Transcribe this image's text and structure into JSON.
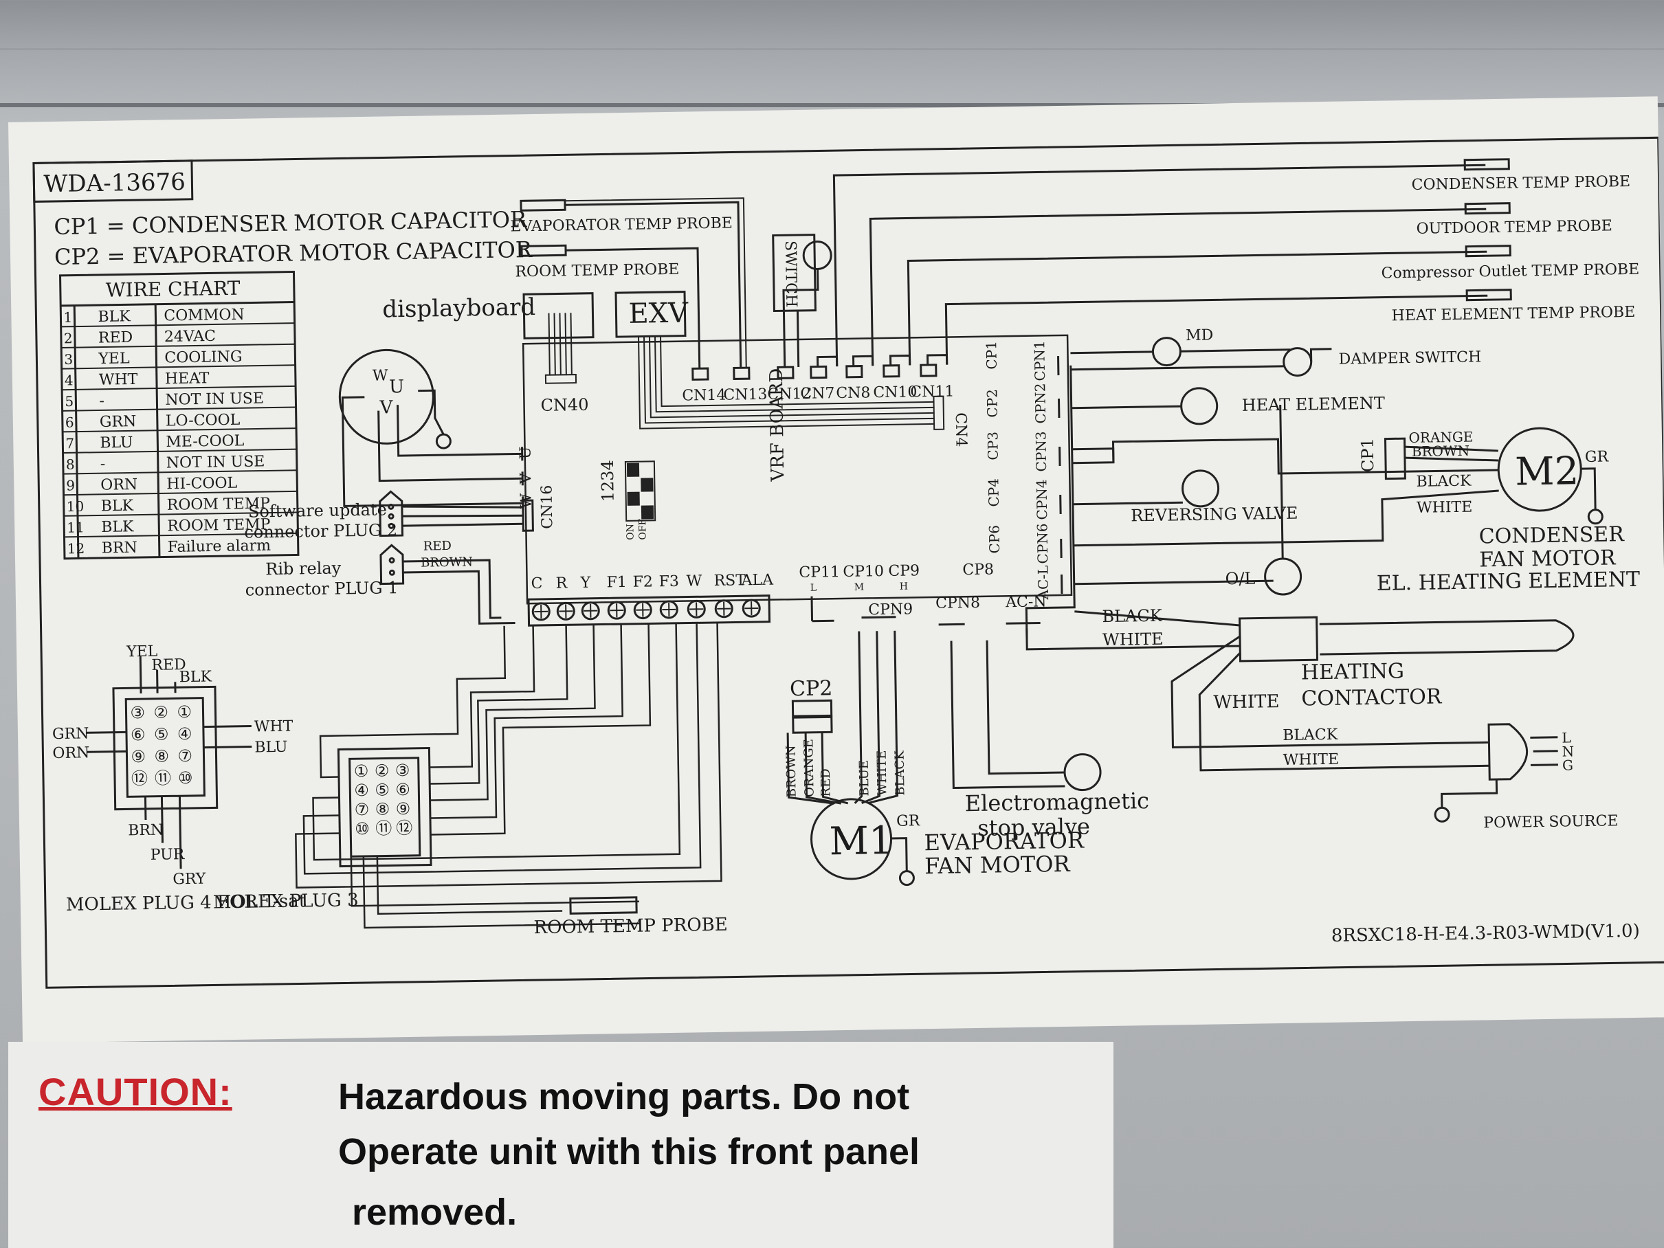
{
  "diagram": {
    "part_number": "WDA-13676",
    "legend": [
      "CP1 = CONDENSER MOTOR CAPACITOR",
      "CP2 = EVAPORATOR MOTOR CAPACITOR"
    ],
    "wire_chart": {
      "title": "WIRE CHART",
      "rows": [
        [
          "1",
          "BLK",
          "COMMON"
        ],
        [
          "2",
          "RED",
          "24VAC"
        ],
        [
          "3",
          "YEL",
          "COOLING"
        ],
        [
          "4",
          "WHT",
          "HEAT"
        ],
        [
          "5",
          "-",
          "NOT IN USE"
        ],
        [
          "6",
          "GRN",
          "LO-COOL"
        ],
        [
          "7",
          "BLU",
          "ME-COOL"
        ],
        [
          "8",
          "-",
          "NOT IN USE"
        ],
        [
          "9",
          "ORN",
          "HI-COOL"
        ],
        [
          "10",
          "BLK",
          "ROOM TEMP"
        ],
        [
          "11",
          "BLK",
          "ROOM TEMP"
        ],
        [
          "12",
          "BRN",
          "Failure alarm"
        ]
      ]
    },
    "probes": {
      "evaporator": "EVAPORATOR TEMP PROBE",
      "room": "ROOM TEMP PROBE",
      "condenser": "CONDENSER TEMP PROBE",
      "outdoor": "OUTDOOR TEMP PROBE",
      "compressor_outlet": "Compressor Outlet TEMP PROBE",
      "heat_element": "HEAT ELEMENT TEMP PROBE"
    },
    "switch_label": "SWITCH",
    "displayboard": "displayboard",
    "exv": "EXV",
    "cn40": "CN40",
    "connectors_top": [
      "CN14",
      "CN13",
      "CN12",
      "CN7",
      "CN8",
      "CN10",
      "CN11"
    ],
    "cn4": "CN4",
    "board_name": "VRF BOARD",
    "dip": {
      "numbers": "1234",
      "on": "ON",
      "off": "OFF"
    },
    "cn16": "CN16",
    "uvw": [
      "U",
      "V",
      "W"
    ],
    "motor_uvw": [
      "U",
      "V",
      "W"
    ],
    "software_update": [
      "Software update",
      "connector PLUG 2"
    ],
    "rib_relay": [
      "Rib relay",
      "connector PLUG 1"
    ],
    "rib_wires": [
      "RED",
      "BROWN"
    ],
    "terminals": [
      "C",
      "R",
      "Y",
      "F1",
      "F2",
      "F3",
      "W",
      "RST",
      "ALA"
    ],
    "cp_left": [
      "CP1",
      "CP2",
      "CP3",
      "CP4",
      "CP6"
    ],
    "cpn_right": [
      "CPN1",
      "CPN2",
      "CPN3",
      "CPN4",
      "CPN6",
      "AC-L"
    ],
    "md": "MD",
    "damper_switch": "DAMPER SWITCH",
    "heat_element": "HEAT ELEMENT",
    "reversing_valve": "REVERSING VALVE",
    "cp1_label": "CP1",
    "m2_wires": [
      "ORANGE",
      "BROWN",
      "BLACK",
      "WHITE"
    ],
    "m2": "M2",
    "gr": "GR",
    "m2_caption": [
      "CONDENSER",
      "FAN MOTOR"
    ],
    "ol": "O/L",
    "el_heating": "EL. HEATING ELEMENT",
    "heating_contactor": [
      "HEATING",
      "CONTACTOR"
    ],
    "black": "BLACK",
    "white": "WHITE",
    "bottom_cps": [
      "CP11",
      "CP10",
      "CP9",
      "CP8"
    ],
    "bottom_cps_sub": [
      "L",
      "M",
      "H"
    ],
    "cpn9": "CPN9",
    "cpn8": "CPN8",
    "acn": "AC-N",
    "cp2": "CP2",
    "m1_wires": [
      "BROWN",
      "ORANGE",
      "RED",
      "BLUE",
      "WHITE",
      "BLACK"
    ],
    "m1": "M1",
    "m1_caption": [
      "EVAPORATOR",
      "FAN MOTOR"
    ],
    "stop_valve": [
      "Electromagnetic",
      "stop valve"
    ],
    "power_source": "POWER SOURCE",
    "lng": [
      "L",
      "N",
      "G"
    ],
    "plug4_wires_top": [
      "YEL",
      "RED",
      "BLK"
    ],
    "plug4_wires_left": [
      "GRN",
      "ORN"
    ],
    "plug4_wires_right": [
      "WHT",
      "BLU"
    ],
    "plug4_wires_bottom": [
      "BRN",
      "PUR",
      "GRY"
    ],
    "plug4_caption": "MOLEX PLUG 4 FOR T-sat",
    "plug3_caption": "MOLEX PLUG 3",
    "room_temp_probe_bottom": "ROOM TEMP PROBE",
    "version": "8RSXC18-H-E4.3-R03-WMD(V1.0)",
    "plug4_pins": [
      "③",
      "②",
      "①",
      "⑥",
      "⑤",
      "④",
      "⑨",
      "⑧",
      "⑦",
      "⑫",
      "⑪",
      "⑩"
    ],
    "plug3_pins": [
      "①",
      "②",
      "③",
      "④",
      "⑤",
      "⑥",
      "⑦",
      "⑧",
      "⑨",
      "⑩",
      "⑪",
      "⑫"
    ]
  },
  "caution": {
    "label": "CAUTION:",
    "lines": [
      "Hazardous moving parts. Do not",
      "Operate unit with this front panel",
      "removed."
    ]
  }
}
